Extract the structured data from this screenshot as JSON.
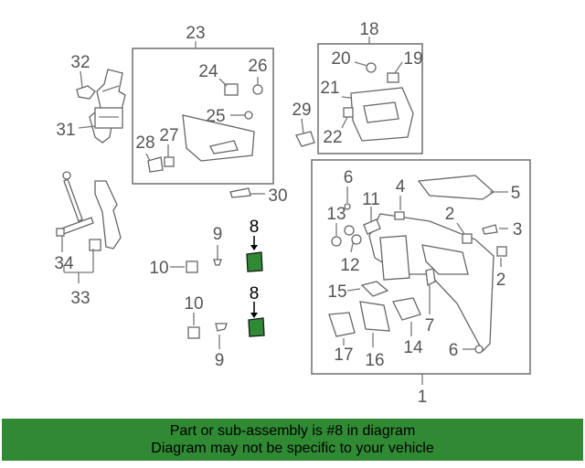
{
  "diagram": {
    "callouts": {
      "c1": "1",
      "c2a": "2",
      "c2b": "2",
      "c3": "3",
      "c4": "4",
      "c5": "5",
      "c6a": "6",
      "c6b": "6",
      "c7": "7",
      "c8a": "8",
      "c8b": "8",
      "c9a": "9",
      "c9b": "9",
      "c10a": "10",
      "c10b": "10",
      "c11": "11",
      "c12": "12",
      "c13": "13",
      "c14": "14",
      "c15": "15",
      "c16": "16",
      "c17": "17",
      "c18": "18",
      "c19": "19",
      "c20": "20",
      "c21": "21",
      "c22": "22",
      "c23": "23",
      "c24": "24",
      "c25": "25",
      "c26": "26",
      "c27": "27",
      "c28": "28",
      "c29": "29",
      "c30": "30",
      "c31": "31",
      "c32": "32",
      "c33": "33",
      "c34": "34"
    },
    "highlighted_part": "8",
    "highlight_color": "#2f8a33"
  },
  "banner": {
    "line1": "Part or sub-assembly is #8 in diagram",
    "line2": "Diagram may not be specific to your vehicle",
    "background": "#2f8a33"
  }
}
